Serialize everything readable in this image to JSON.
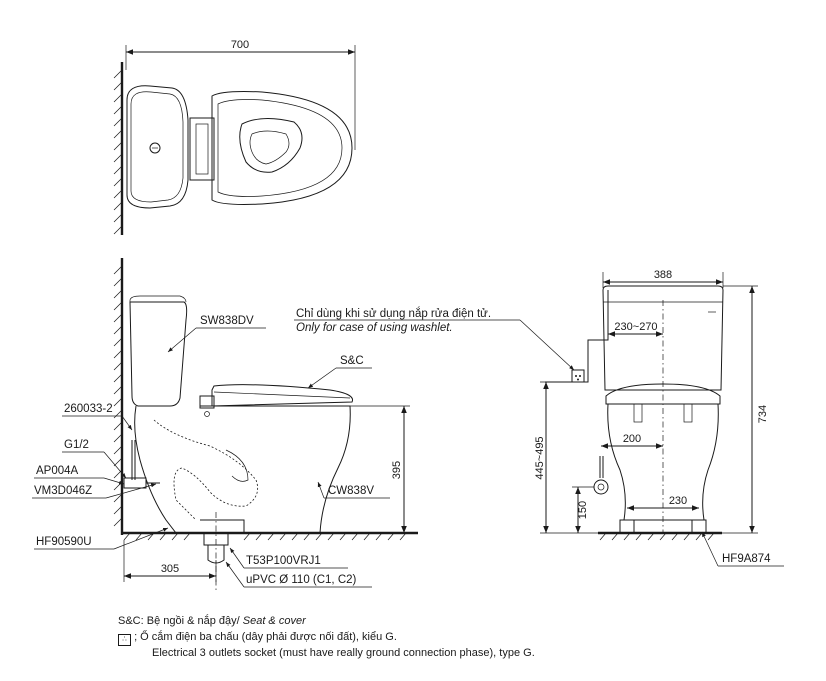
{
  "dimensions": {
    "top_width": "700",
    "side_height": "395",
    "rough_in": "305",
    "front_width": "388",
    "inlet_range": "230~270",
    "outlet_height": "445~495",
    "total_height": "734",
    "inlet_offset": "200",
    "supply_height": "150",
    "foot_width": "230"
  },
  "labels": {
    "tank": "SW838DV",
    "seat": "S&C",
    "bowl": "CW838V",
    "part_1": "260033-2",
    "part_2": "G1/2",
    "part_3": "AP004A",
    "part_4": "VM3D046Z",
    "part_5": "HF90590U",
    "part_6": "T53P100VRJ1",
    "part_7": "uPVC Ø 110 (C1, C2)",
    "part_8": "HF9A874"
  },
  "notes": {
    "washlet_vi": "Chỉ dùng khi sử dụng nắp rửa điện tử.",
    "washlet_en": "Only for case of using washlet."
  },
  "legend": {
    "sc_prefix": "S&C: Bệ ngồi & nắp đậy/",
    "sc_en": "Seat & cover",
    "socket_vi": "; Ổ cắm điện ba chấu (dây phải được nối đất), kiểu G.",
    "socket_en": "Electrical 3 outlets socket (must have really ground connection phase), type G."
  },
  "icons": [
    "socket-icon"
  ]
}
